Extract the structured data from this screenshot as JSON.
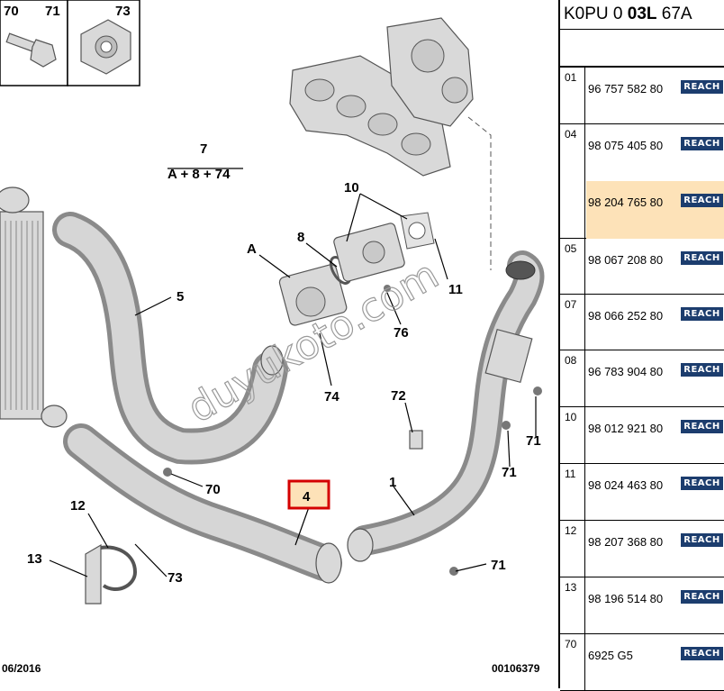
{
  "diagram": {
    "date": "06/2016",
    "drawing_code": "00106379",
    "watermark": "duyukoto.com",
    "assembly_label": {
      "number": "7",
      "formula": "A + 8 + 74"
    },
    "callouts": [
      "70",
      "71",
      "73",
      "10",
      "A",
      "8",
      "5",
      "11",
      "76",
      "74",
      "72",
      "71",
      "71",
      "70",
      "4",
      "1",
      "12",
      "13",
      "73",
      "71"
    ],
    "highlighted_part": "4"
  },
  "panel": {
    "header": {
      "pre": "K0PU 0 ",
      "bold": "03L",
      "post": " 67A"
    },
    "reach_label": "REACH",
    "highlight_color": "#fde2b8",
    "rows": [
      {
        "ref": "01",
        "parts": [
          {
            "number": "96 757 582 80",
            "reach": true
          }
        ]
      },
      {
        "ref": "04",
        "parts": [
          {
            "number": "98 075 405 80",
            "reach": true
          },
          {
            "number": "98 204 765 80",
            "reach": true,
            "highlight": true
          }
        ]
      },
      {
        "ref": "05",
        "parts": [
          {
            "number": "98 067 208 80",
            "reach": true
          }
        ]
      },
      {
        "ref": "07",
        "parts": [
          {
            "number": "98 066 252 80",
            "reach": true
          }
        ]
      },
      {
        "ref": "08",
        "parts": [
          {
            "number": "96 783 904 80",
            "reach": true
          }
        ]
      },
      {
        "ref": "10",
        "parts": [
          {
            "number": "98 012 921 80",
            "reach": true
          }
        ]
      },
      {
        "ref": "11",
        "parts": [
          {
            "number": "98 024 463 80",
            "reach": true
          }
        ]
      },
      {
        "ref": "12",
        "parts": [
          {
            "number": "98 207 368 80",
            "reach": true
          }
        ]
      },
      {
        "ref": "13",
        "parts": [
          {
            "number": "98 196 514 80",
            "reach": true
          }
        ]
      },
      {
        "ref": "70",
        "parts": [
          {
            "number": "6925 G5",
            "reach": true
          }
        ]
      }
    ]
  }
}
